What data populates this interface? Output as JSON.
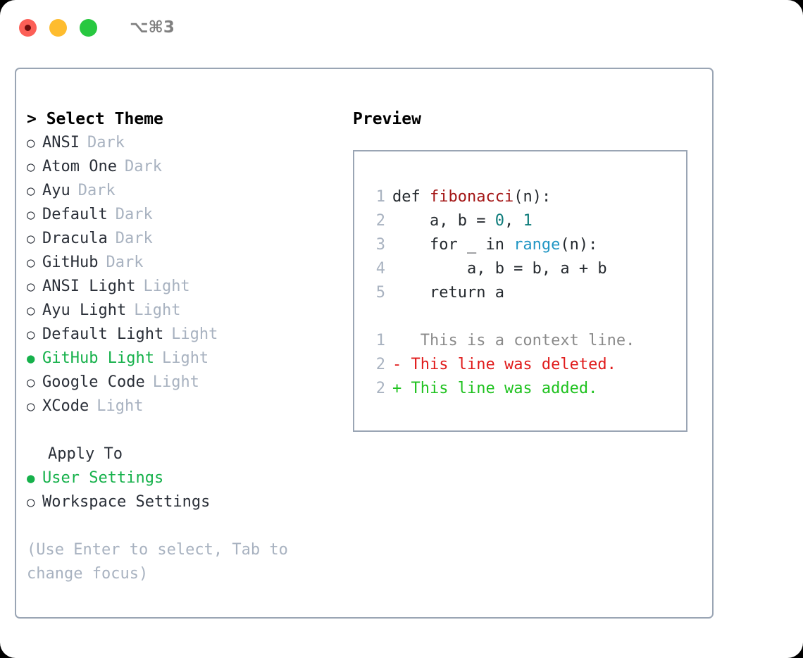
{
  "window": {
    "shortcut_title": "⌥⌘3",
    "traffic_lights": [
      {
        "name": "close",
        "color": "#fc5f57"
      },
      {
        "name": "minimize",
        "color": "#febc2e"
      },
      {
        "name": "maximize",
        "color": "#28c840"
      }
    ]
  },
  "theme_picker": {
    "header": "> Select Theme",
    "selected_bullet": "●",
    "unselected_bullet": "○",
    "items": [
      {
        "name": "ANSI",
        "category": "Dark",
        "selected": false
      },
      {
        "name": "Atom One",
        "category": "Dark",
        "selected": false
      },
      {
        "name": "Ayu",
        "category": "Dark",
        "selected": false
      },
      {
        "name": "Default",
        "category": "Dark",
        "selected": false
      },
      {
        "name": "Dracula",
        "category": "Dark",
        "selected": false
      },
      {
        "name": "GitHub",
        "category": "Dark",
        "selected": false
      },
      {
        "name": "ANSI Light",
        "category": "Light",
        "selected": false
      },
      {
        "name": "Ayu Light",
        "category": "Light",
        "selected": false
      },
      {
        "name": "Default Light",
        "category": "Light",
        "selected": false
      },
      {
        "name": "GitHub Light",
        "category": "Light",
        "selected": true
      },
      {
        "name": "Google Code",
        "category": "Light",
        "selected": false
      },
      {
        "name": "XCode",
        "category": "Light",
        "selected": false
      }
    ]
  },
  "apply_to": {
    "header": "Apply To",
    "items": [
      {
        "name": "User Settings",
        "selected": true
      },
      {
        "name": "Workspace Settings",
        "selected": false
      }
    ]
  },
  "hint": "(Use Enter to select, Tab to change focus)",
  "preview": {
    "title": "Preview",
    "code_lines": [
      {
        "no": "1",
        "segments": [
          {
            "t": "def ",
            "c": "plain"
          },
          {
            "t": "fibonacci",
            "c": "fn"
          },
          {
            "t": "(n):",
            "c": "plain"
          }
        ]
      },
      {
        "no": "2",
        "segments": [
          {
            "t": "    a, b = ",
            "c": "plain"
          },
          {
            "t": "0",
            "c": "num"
          },
          {
            "t": ", ",
            "c": "plain"
          },
          {
            "t": "1",
            "c": "num"
          }
        ]
      },
      {
        "no": "3",
        "segments": [
          {
            "t": "    for _ in ",
            "c": "plain"
          },
          {
            "t": "range",
            "c": "call"
          },
          {
            "t": "(n):",
            "c": "plain"
          }
        ]
      },
      {
        "no": "4",
        "segments": [
          {
            "t": "        a, b = b, a + b",
            "c": "plain"
          }
        ]
      },
      {
        "no": "5",
        "segments": [
          {
            "t": "    return a",
            "c": "plain"
          }
        ]
      }
    ],
    "diff_lines": [
      {
        "no": "1",
        "marker": " ",
        "text": "  This is a context line.",
        "kind": "context"
      },
      {
        "no": "2",
        "marker": "-",
        "text": " This line was deleted.",
        "kind": "del"
      },
      {
        "no": "2",
        "marker": "+",
        "text": " This line was added.",
        "kind": "add"
      }
    ]
  },
  "colors": {
    "accent_green": "#16b14b",
    "muted": "#a8b2c0",
    "border": "#9aa5b4",
    "fn_red": "#a31515",
    "num_teal": "#0e7c7b",
    "call_blue": "#2196c4",
    "diff_del": "#e01b1b",
    "diff_add": "#1fc21f"
  }
}
